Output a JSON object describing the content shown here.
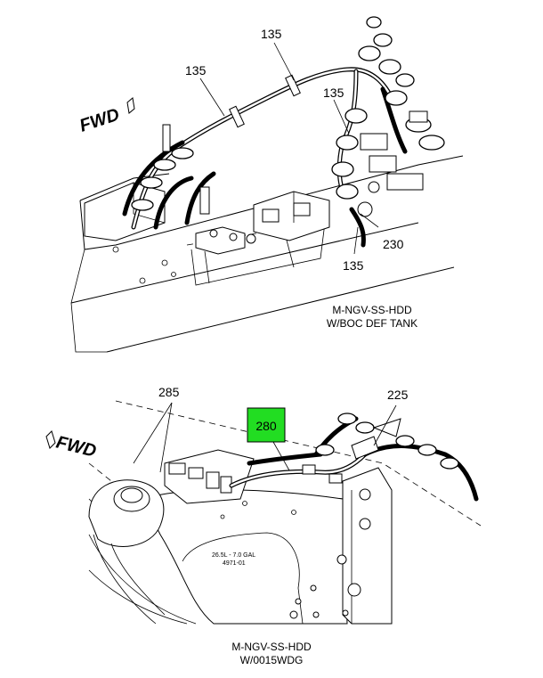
{
  "top_view": {
    "fwd_label": "FWD",
    "callouts": [
      "135",
      "135",
      "135",
      "135",
      "230"
    ],
    "caption_line1": "M-NGV-SS-HDD",
    "caption_line2": "W/BOC DEF TANK"
  },
  "bottom_view": {
    "fwd_label": "FWD",
    "callouts": [
      "285",
      "280",
      "225"
    ],
    "highlighted_callout": "280",
    "highlight_color": "#22dd22",
    "tank_label_line1": "26.5L - 7.0 GAL",
    "tank_label_line2": "4971-01",
    "caption_line1": "M-NGV-SS-HDD",
    "caption_line2": "W/0015WDG"
  }
}
